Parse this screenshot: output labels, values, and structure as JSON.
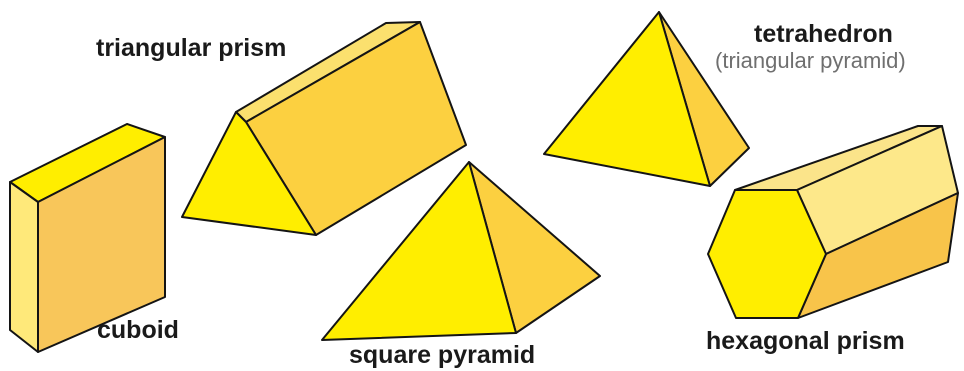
{
  "labels": {
    "triangular_prism": "triangular prism",
    "cuboid": "cuboid",
    "square_pyramid": "square pyramid",
    "tetrahedron": "tetrahedron",
    "tetrahedron_alt": "(triangular pyramid)",
    "hexagonal_prism": "hexagonal prism"
  },
  "colors": {
    "bright_face": "#ffee00",
    "mid_face": "#fcd040",
    "light_face": "#fde88a",
    "orange_face": "#f8c44a",
    "edge": "#141414",
    "text": "#1a1a1a",
    "subtext": "#6f6f6f"
  }
}
